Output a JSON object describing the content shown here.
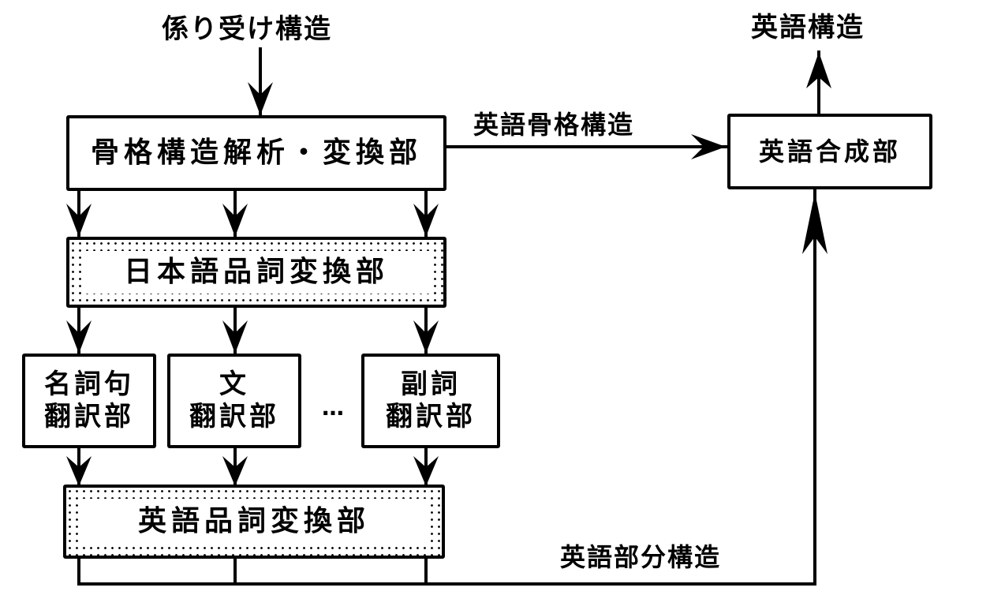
{
  "diagram": {
    "input_label": "係り受け構造",
    "output_label": "英語構造",
    "boxes": {
      "case_analysis": "骨格構造解析・変換部",
      "japanese_pos": "日本語品詞変換部",
      "noun_phrase": [
        "名詞句",
        "翻訳部"
      ],
      "sentence": [
        "文",
        "翻訳部"
      ],
      "adverb": [
        "副詞",
        "翻訳部"
      ],
      "english_pos": "英語品詞変換部",
      "english_synthesis": "英語合成部"
    },
    "ellipsis": "…",
    "edge_labels": {
      "english_case_structure": "英語骨格構造",
      "english_partial_structure": "英語部分構造"
    }
  }
}
